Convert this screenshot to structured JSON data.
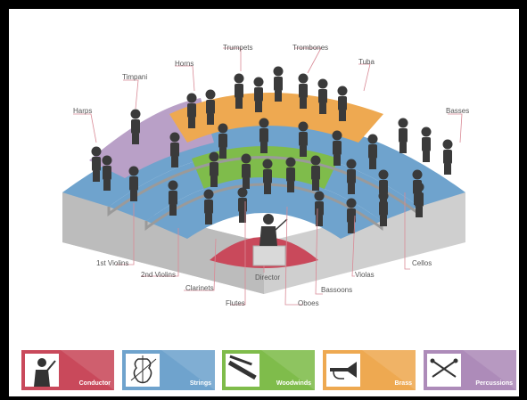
{
  "labels": {
    "trumpets": "Trumpets",
    "trombones": "Trombones",
    "horns": "Horns",
    "tuba": "Tuba",
    "timpani": "Timpani",
    "harps": "Harps",
    "basses": "Basses",
    "first_violins": "1st Violins",
    "second_violins": "2nd Violins",
    "clarinets": "Clarinets",
    "flutes": "Flutes",
    "director": "Director",
    "oboes": "Oboes",
    "bassoons": "Bassoons",
    "violas": "Violas",
    "cellos": "Cellos"
  },
  "legend": [
    {
      "label": "Conductor",
      "color": "#c9495b",
      "icon": "conductor-icon"
    },
    {
      "label": "Strings",
      "color": "#6fa3cd",
      "icon": "violin-icon"
    },
    {
      "label": "Woodwinds",
      "color": "#7fbc4b",
      "icon": "clarinet-icon"
    },
    {
      "label": "Brass",
      "color": "#eea951",
      "icon": "trumpet-icon"
    },
    {
      "label": "Percussions",
      "color": "#ad8bb9",
      "icon": "drumsticks-icon"
    }
  ],
  "colors": {
    "conductor": "#c9495b",
    "strings": "#6fa3cd",
    "woodwinds": "#7fbc4b",
    "brass": "#eea951",
    "percussion": "#b9a0c7",
    "stage_gray": "#c9c9c9",
    "figure": "#3a3a3a"
  }
}
